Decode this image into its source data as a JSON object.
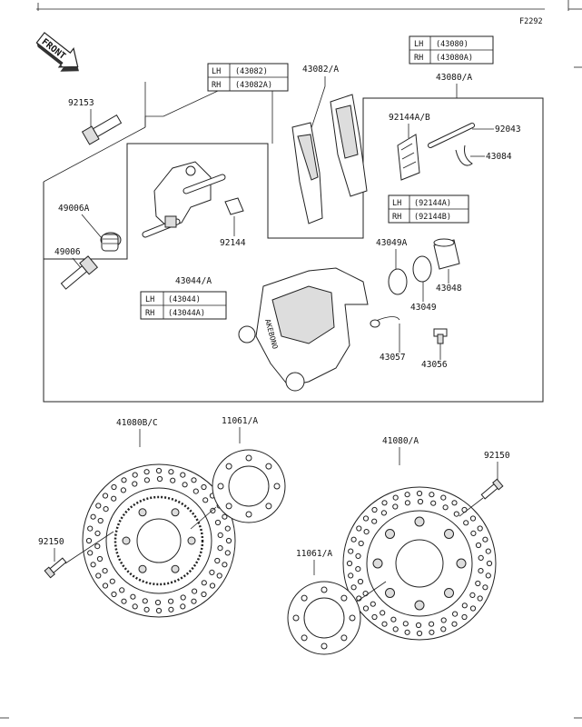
{
  "diagram_code": "F2292",
  "front_label": "FRONT",
  "side_tables": [
    {
      "id": "t43080",
      "rows": [
        {
          "side": "LH",
          "code": "(43080)"
        },
        {
          "side": "RH",
          "code": "(43080A)"
        }
      ]
    },
    {
      "id": "t43082",
      "rows": [
        {
          "side": "LH",
          "code": "(43082)"
        },
        {
          "side": "RH",
          "code": "(43082A)"
        }
      ]
    },
    {
      "id": "t92144",
      "rows": [
        {
          "side": "LH",
          "code": "(92144A)"
        },
        {
          "side": "RH",
          "code": "(92144B)"
        }
      ]
    },
    {
      "id": "t43044",
      "rows": [
        {
          "side": "LH",
          "code": "(43044)"
        },
        {
          "side": "RH",
          "code": "(43044A)"
        }
      ]
    }
  ],
  "part_labels": {
    "p43080A": "43080/A",
    "p43082A": "43082/A",
    "p92153": "92153",
    "p92144AB": "92144A/B",
    "p92043": "92043",
    "p43084": "43084",
    "p49006A": "49006A",
    "p49006": "49006",
    "p92144": "92144",
    "p43044A": "43044/A",
    "p43049A": "43049A",
    "p43049": "43049",
    "p43048": "43048",
    "p43057": "43057",
    "p43056": "43056",
    "p41080BC": "41080B/C",
    "p11061A_top": "11061/A",
    "p41080A": "41080/A",
    "p92150_right": "92150",
    "p92150_left": "92150",
    "p11061A_bottom": "11061/A"
  }
}
